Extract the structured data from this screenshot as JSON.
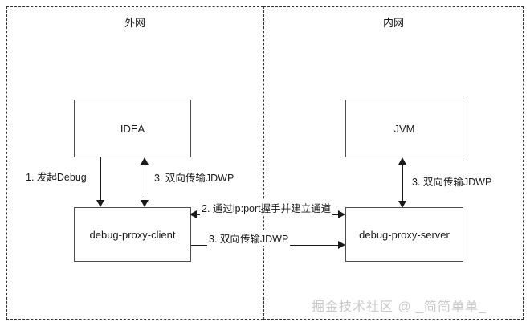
{
  "diagram": {
    "zones": [
      {
        "id": "outer",
        "label": "外网"
      },
      {
        "id": "inner",
        "label": "内网"
      }
    ],
    "nodes": [
      {
        "id": "idea",
        "label": "IDEA"
      },
      {
        "id": "jvm",
        "label": "JVM"
      },
      {
        "id": "proxy_client",
        "label": "debug-proxy-client"
      },
      {
        "id": "proxy_server",
        "label": "debug-proxy-server"
      }
    ],
    "edges": [
      {
        "id": "idea_to_client_debug",
        "label": "1. 发起Debug",
        "from": "idea",
        "to": "proxy_client",
        "direction": "down"
      },
      {
        "id": "idea_client_jdwp",
        "label": "3. 双向传输JDWP",
        "from": "idea",
        "to": "proxy_client",
        "direction": "bidirectional-vertical"
      },
      {
        "id": "client_server_handshake",
        "label": "2. 通过ip:port握手并建立通道",
        "from": "proxy_client",
        "to": "proxy_server",
        "direction": "bidirectional-horizontal"
      },
      {
        "id": "client_server_jdwp",
        "label": "3. 双向传输JDWP",
        "from": "proxy_client",
        "to": "proxy_server",
        "direction": "right"
      },
      {
        "id": "server_jvm_jdwp",
        "label": "3. 双向传输JDWP",
        "from": "proxy_server",
        "to": "jvm",
        "direction": "bidirectional-vertical"
      }
    ],
    "watermark": "掘金技术社区 @ _简简单单_",
    "colors": {
      "background": "#ffffff",
      "zone_border": "#333333",
      "node_border": "#4d4d4d",
      "line": "#1a1a1a",
      "text": "#1a1a1a",
      "watermark": "#c9c9c9"
    }
  }
}
